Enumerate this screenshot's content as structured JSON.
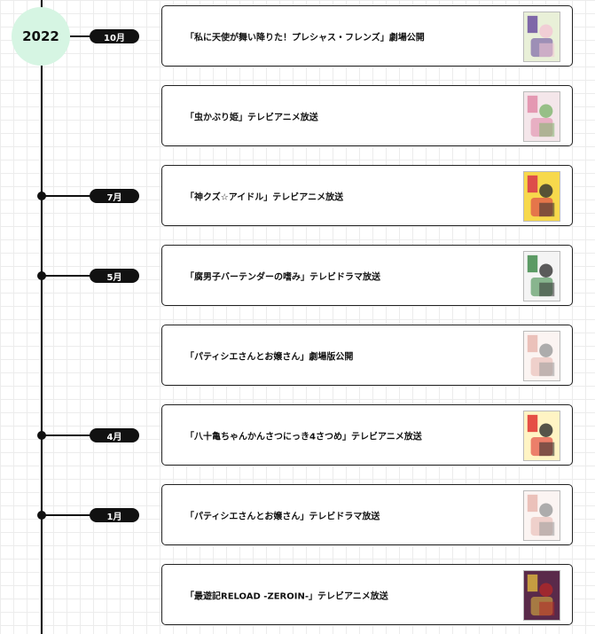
{
  "year": "2022",
  "events": [
    {
      "title": "「私に天使が舞い降りた！プレシャス・フレンズ」劇場公開",
      "month": "10月",
      "thumbnail": "anime-girls-cover-icon",
      "colors": [
        "#e9f0d8",
        "#6b4fa0",
        "#f2c6d4"
      ]
    },
    {
      "title": "「虫かぶり姫」テレビアニメ放送",
      "month": "",
      "thumbnail": "princess-cover-icon",
      "colors": [
        "#f4e6ea",
        "#e08aa8",
        "#7fb56e"
      ]
    },
    {
      "title": "「神クズ☆アイドル」テレビアニメ放送",
      "month": "7月",
      "thumbnail": "idol-cover-icon",
      "colors": [
        "#f7d94c",
        "#d8344a",
        "#2f2f2f"
      ]
    },
    {
      "title": "「腐男子バーテンダーの嗜み」テレビドラマ放送",
      "month": "5月",
      "thumbnail": "bartender-cover-icon",
      "colors": [
        "#f4f4f4",
        "#3f8a4a",
        "#333333"
      ]
    },
    {
      "title": "「パティシエさんとお嬢さん」劇場版公開",
      "month": "",
      "thumbnail": "patissier-cover-icon",
      "colors": [
        "#fbf4f2",
        "#e8b7b0",
        "#9a9a9a"
      ]
    },
    {
      "title": "「八十亀ちゃんかんさつにっき4さつめ」テレビアニメ放送",
      "month": "4月",
      "thumbnail": "yatogame-cover-icon",
      "colors": [
        "#fff4c4",
        "#e0312f",
        "#2a2a2a"
      ]
    },
    {
      "title": "「パティシエさんとお嬢さん」テレビドラマ放送",
      "month": "1月",
      "thumbnail": "patissier-cover-icon",
      "colors": [
        "#fbf4f2",
        "#e8b7b0",
        "#9a9a9a"
      ]
    },
    {
      "title": "「最遊記RELOAD -ZEROIN-」テレビアニメ放送",
      "month": "",
      "thumbnail": "saiyuki-cover-icon",
      "colors": [
        "#5a2a4a",
        "#d8b040",
        "#b02828"
      ]
    }
  ]
}
